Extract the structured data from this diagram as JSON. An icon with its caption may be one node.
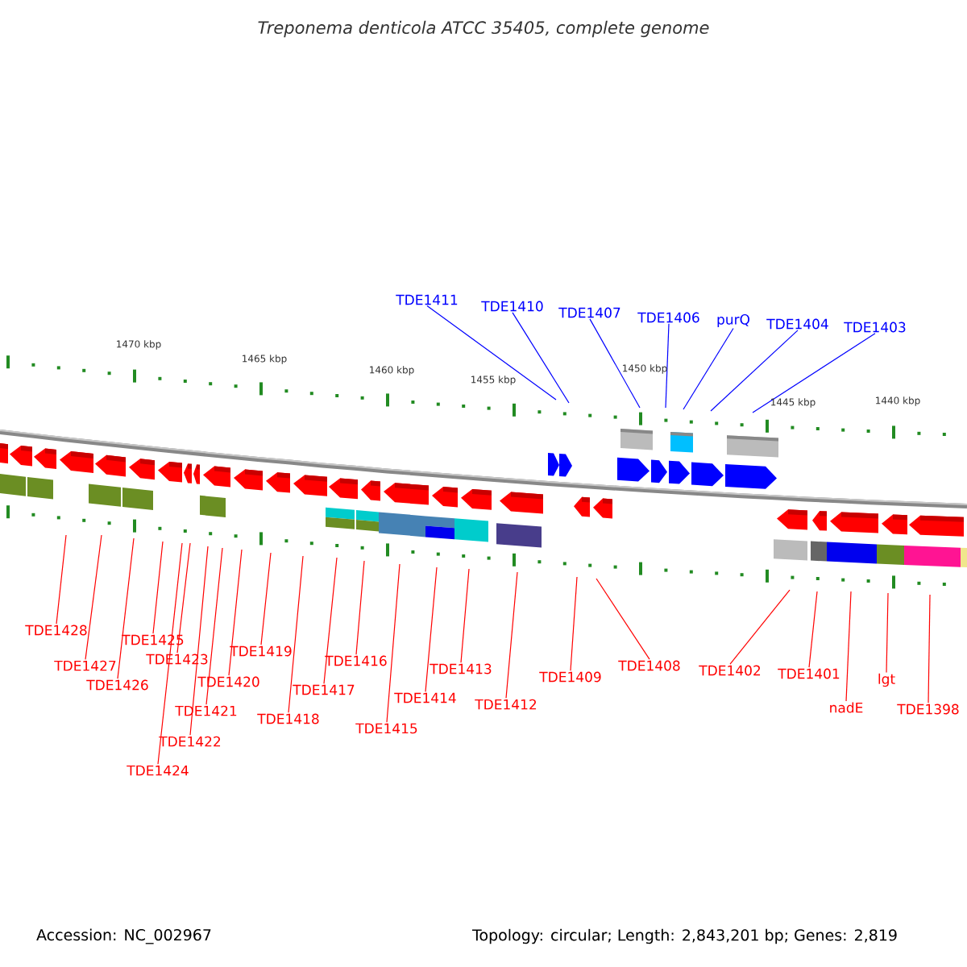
{
  "diagram": {
    "title": "Treponema denticola ATCC 35405, complete genome",
    "nodes": [
      {
        "text": [
          "TDE1411"
        ]
      },
      {
        "text": [
          "TDE1410"
        ]
      },
      {
        "text": [
          "TDE1407"
        ]
      },
      {
        "text": [
          "TDE1406"
        ]
      },
      {
        "text": [
          "purQ"
        ]
      },
      {
        "text": [
          "TDE1404"
        ]
      },
      {
        "text": [
          "TDE1403"
        ]
      },
      {
        "text": [
          "TDE1428"
        ]
      },
      {
        "text": [
          "TDE1427"
        ]
      },
      {
        "text": [
          "TDE1426"
        ]
      },
      {
        "text": [
          "TDE1425"
        ]
      },
      {
        "text": [
          "TDE1423"
        ]
      },
      {
        "text": [
          "TDE1424"
        ]
      },
      {
        "text": [
          "TDE1422"
        ]
      },
      {
        "text": [
          "TDE1421"
        ]
      },
      {
        "text": [
          "TDE1420"
        ]
      },
      {
        "text": [
          "TDE1419"
        ]
      },
      {
        "text": [
          "TDE1418"
        ]
      },
      {
        "text": [
          "TDE1417"
        ]
      },
      {
        "text": [
          "TDE1416"
        ]
      },
      {
        "text": [
          "TDE1415"
        ]
      },
      {
        "text": [
          "TDE1414"
        ]
      },
      {
        "text": [
          "TDE1413"
        ]
      },
      {
        "text": [
          "TDE1412"
        ]
      },
      {
        "text": [
          "TDE1409"
        ]
      },
      {
        "text": [
          "TDE1408"
        ]
      },
      {
        "text": [
          "TDE1402"
        ]
      },
      {
        "text": [
          "TDE1401"
        ]
      },
      {
        "text": [
          "nadE"
        ]
      },
      {
        "text": [
          "lgt"
        ]
      },
      {
        "text": [
          "TDE1398"
        ]
      }
    ],
    "edges": [
      {
        "from": 0,
        "to": null,
        "arrow": "none",
        "color": "#0000ff"
      },
      {
        "from": 1,
        "to": null,
        "arrow": "none",
        "color": "#0000ff"
      },
      {
        "from": 2,
        "to": null,
        "arrow": "none",
        "color": "#0000ff"
      },
      {
        "from": 3,
        "to": null,
        "arrow": "none",
        "color": "#0000ff"
      },
      {
        "from": 4,
        "to": null,
        "arrow": "none",
        "color": "#0000ff"
      },
      {
        "from": 5,
        "to": null,
        "arrow": "none",
        "color": "#0000ff"
      },
      {
        "from": 6,
        "to": null,
        "arrow": "none",
        "color": "#0000ff"
      },
      {
        "from": 7,
        "to": null,
        "arrow": "none"
      },
      {
        "from": 8,
        "to": null,
        "arrow": "none"
      },
      {
        "from": 9,
        "to": null,
        "arrow": "none"
      },
      {
        "from": 10,
        "to": null,
        "arrow": "none"
      },
      {
        "from": 11,
        "to": null,
        "arrow": "none"
      },
      {
        "from": 12,
        "to": null,
        "arrow": "none"
      },
      {
        "from": 13,
        "to": null,
        "arrow": "none"
      },
      {
        "from": 14,
        "to": null,
        "arrow": "none"
      },
      {
        "from": 15,
        "to": null,
        "arrow": "none"
      },
      {
        "from": 16,
        "to": null,
        "arrow": "none"
      },
      {
        "from": 17,
        "to": null,
        "arrow": "none"
      },
      {
        "from": 18,
        "to": null,
        "arrow": "none"
      },
      {
        "from": 19,
        "to": null,
        "arrow": "none"
      },
      {
        "from": 20,
        "to": null,
        "arrow": "none"
      },
      {
        "from": 21,
        "to": null,
        "arrow": "none"
      },
      {
        "from": 22,
        "to": null,
        "arrow": "none"
      },
      {
        "from": 23,
        "to": null,
        "arrow": "none"
      },
      {
        "from": 24,
        "to": null,
        "arrow": "none"
      },
      {
        "from": 25,
        "to": null,
        "arrow": "none"
      },
      {
        "from": 26,
        "to": null,
        "arrow": "none"
      },
      {
        "from": 27,
        "to": null,
        "arrow": "none"
      },
      {
        "from": 28,
        "to": null,
        "arrow": "none"
      },
      {
        "from": 29,
        "to": null,
        "arrow": "none"
      },
      {
        "from": 30,
        "to": null,
        "arrow": "none"
      }
    ],
    "labels": [
      "1470 kbp",
      "1465 kbp",
      "1460 kbp",
      "1455 kbp",
      "1450 kbp",
      "1445 kbp",
      "1440 kbp",
      "Accession: NC_002967",
      "Topology: circular; Length: 2,843,201 bp; Genes: 2,819"
    ]
  }
}
